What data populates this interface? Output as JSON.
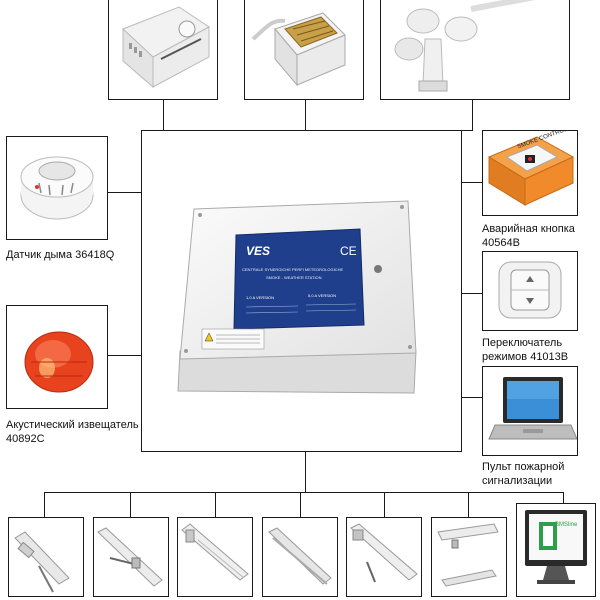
{
  "devices": {
    "smoke_detector": {
      "label": "Датчик дыма 36418Q"
    },
    "acoustic_alarm": {
      "label_line1": "Акустический извещатель",
      "label_line2": "40892C"
    },
    "emergency_button": {
      "label_line1": "Аварийная кнопка",
      "label_line2": "40564B",
      "sign_text": "SMOKE CONTROL"
    },
    "mode_switch": {
      "label_line1": "Переключатель",
      "label_line2": "режимов 41013B"
    },
    "fire_panel": {
      "label_line1": "Пульт пожарной",
      "label_line2": "сигнализации"
    }
  },
  "central_unit": {
    "brand": "VES",
    "ce_mark": "CE",
    "title": "CENTRALE SYNERGICHE PERFI METEOROLOGICHE",
    "subtitle": "SMOKE - WEATHER STATION",
    "version_left": "1,0 A VERSION",
    "version_right": "5,0 A VERSION"
  },
  "bms": {
    "logo_text": "BMSline"
  },
  "colors": {
    "line": "#1a1a1a",
    "panel_blue": "#1f3f8c",
    "button_orange": "#f08a2a",
    "alarm_red": "#e8431e",
    "bms_green": "#2e9e4a"
  }
}
